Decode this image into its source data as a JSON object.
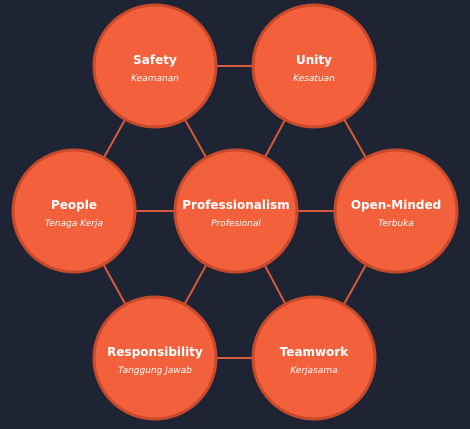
{
  "colors": {
    "background": "#1e2433",
    "node_fill": "#f2603c",
    "node_stroke": "#c94a2b",
    "connector": "#d85a3b",
    "text": "#ffffff"
  },
  "nodes": [
    {
      "id": "safety",
      "title": "Safety",
      "subtitle": "Keamanan"
    },
    {
      "id": "unity",
      "title": "Unity",
      "subtitle": "Kesatuan"
    },
    {
      "id": "people",
      "title": "People",
      "subtitle": "Tenaga Kerja"
    },
    {
      "id": "professionalism",
      "title": "Professionalism",
      "subtitle": "Profesional"
    },
    {
      "id": "open-minded",
      "title": "Open-Minded",
      "subtitle": "Terbuka"
    },
    {
      "id": "responsibility",
      "title": "Responsibility",
      "subtitle": "Tanggung Jawab"
    },
    {
      "id": "teamwork",
      "title": "Teamwork",
      "subtitle": "Kerjasama"
    }
  ],
  "edges": [
    [
      "safety",
      "unity"
    ],
    [
      "unity",
      "open-minded"
    ],
    [
      "open-minded",
      "teamwork"
    ],
    [
      "teamwork",
      "responsibility"
    ],
    [
      "responsibility",
      "people"
    ],
    [
      "people",
      "safety"
    ],
    [
      "professionalism",
      "safety"
    ],
    [
      "professionalism",
      "unity"
    ],
    [
      "professionalism",
      "people"
    ],
    [
      "professionalism",
      "open-minded"
    ],
    [
      "professionalism",
      "responsibility"
    ],
    [
      "professionalism",
      "teamwork"
    ]
  ]
}
